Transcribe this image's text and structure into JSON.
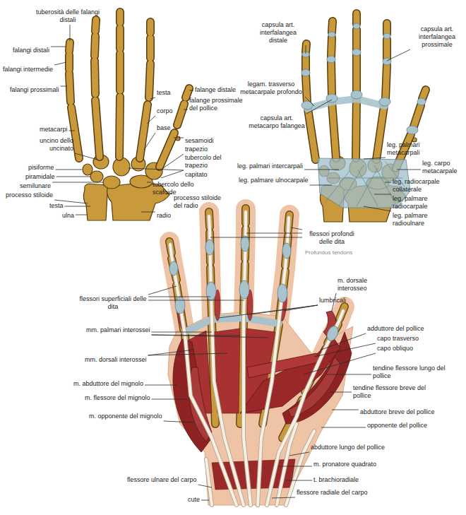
{
  "diagram": {
    "labels": [
      "tuberosità delle falangi distali",
      "falangi distali",
      "falangi intermedie",
      "falangi prossimali",
      "testa",
      "corpo",
      "base",
      "falange distale",
      "falange prossimale del pollice",
      "metacarpi",
      "uncino dello uncinato",
      "sesamoidi",
      "trapezio",
      "tubercolo del trapezio",
      "pisiforme",
      "piramidale",
      "semilunare",
      "processo stiloide",
      "capitato",
      "tubercolo dello scafoide",
      "processo stiloide del radio",
      "testa",
      "ulna",
      "radio",
      "capsula art. interfalangea distale",
      "capsula art. interfalangea prossimale",
      "legam. trasverso metacarpale profondo",
      "capsula art. metacarpo falangea",
      "leg. palmari metacarpali",
      "leg. carpo metacarpale",
      "leg. palmari intercarpali",
      "leg. radiocarpale collaterale",
      "leg. palmare ulnocarpale",
      "leg. palmare radiocarpale",
      "leg. palmare radioulnare",
      "flessori profondi delle dita",
      "Profundus tendons",
      "flessori superficiali delle dita",
      "lumbricali",
      "m. dorsale interosseo",
      "adduttore del pollice",
      "capo trasverso",
      "capo obliquo",
      "mm. palmari interossei",
      "mm. dorsali interossei",
      "tendine flessore lungo del pollice",
      "tendine flessore breve del pollice",
      "m. abduttore del mignolo",
      "m. flessore del mignolo",
      "abduttore breve del pollice",
      "m. opponente del mignolo",
      "opponente del pollice",
      "abduttore lungo del pollice",
      "m. pronatore quadrato",
      "t. brachioradiale",
      "flessore ulnare del carpo",
      "cute",
      "flessore radiale del carpo"
    ]
  }
}
